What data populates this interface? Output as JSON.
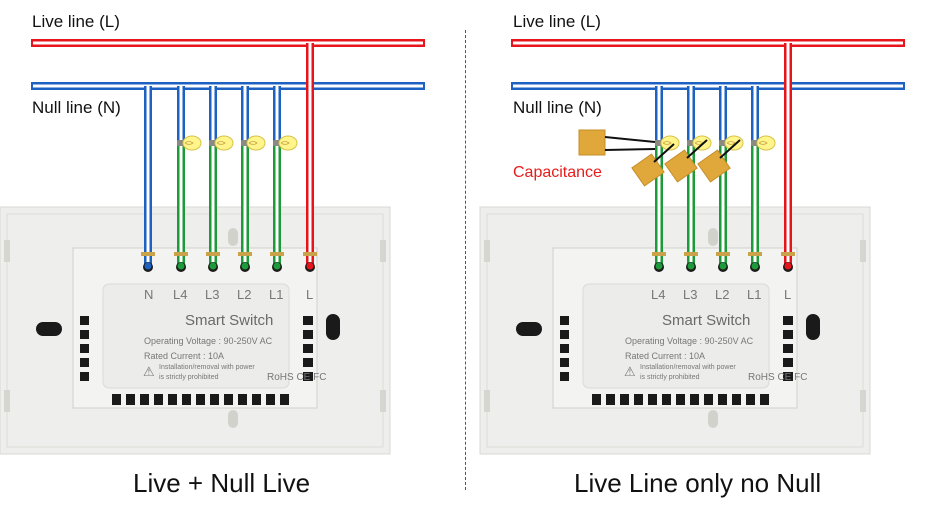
{
  "colors": {
    "live": "#e8141c",
    "null": "#1d62c0",
    "load": "#1d9a3a",
    "capacitor": "#e0a83a",
    "bulb": "#fff58a",
    "plate": "#eeeeec",
    "module": "#f3f3f1",
    "caption_red": "#e81c1c"
  },
  "panels": [
    {
      "id": "left",
      "live_label": "Live line (L)",
      "null_label": "Null line (N)",
      "caption": "Live + Null Live",
      "terminals": [
        "N",
        "L4",
        "L3",
        "L2",
        "L1",
        "L"
      ],
      "has_capacitance": false,
      "bulbs": 4,
      "switch": {
        "title": "Smart Switch",
        "voltage": "Operating Voltage : 90-250V AC",
        "current": "Rated Current : 10A",
        "warning_line1": "Installation/removal with power",
        "warning_line2": "is strictly prohibited",
        "certs": "RoHS CE FC"
      }
    },
    {
      "id": "right",
      "live_label": "Live line (L)",
      "null_label": "Null line (N)",
      "capacitance_label": "Capacitance",
      "caption": "Live Line only no Null",
      "terminals": [
        "L4",
        "L3",
        "L2",
        "L1",
        "L"
      ],
      "has_capacitance": true,
      "bulbs": 4,
      "switch": {
        "title": "Smart Switch",
        "voltage": "Operating Voltage : 90-250V AC",
        "current": "Rated Current : 10A",
        "warning_line1": "Installation/removal with power",
        "warning_line2": "is strictly prohibited",
        "certs": "RoHS CE FC"
      }
    }
  ]
}
